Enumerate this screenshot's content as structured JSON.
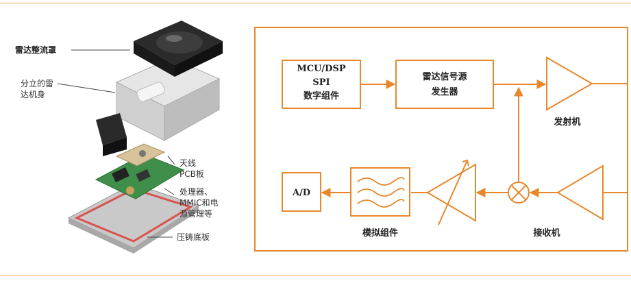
{
  "left_callouts": {
    "radome": "雷达整流罩",
    "housing": "分立的雷\n达机身",
    "antenna_pcb": "天线\nPCB板",
    "processor": "处理器、\nMMIC和电\n源管理等",
    "baseplate": "压铸底板"
  },
  "blocks": {
    "mcu_line1": "MCU/DSP",
    "mcu_line2": "SPI",
    "mcu_line3": "数字组件",
    "signal_line1": "雷达信号源",
    "signal_line2": "发生器",
    "ad": "A/D"
  },
  "labels": {
    "transmitter": "发射机",
    "receiver": "接收机",
    "analog": "模拟组件"
  },
  "colors": {
    "accent": "#e8872b",
    "rule": "#f0a860"
  }
}
